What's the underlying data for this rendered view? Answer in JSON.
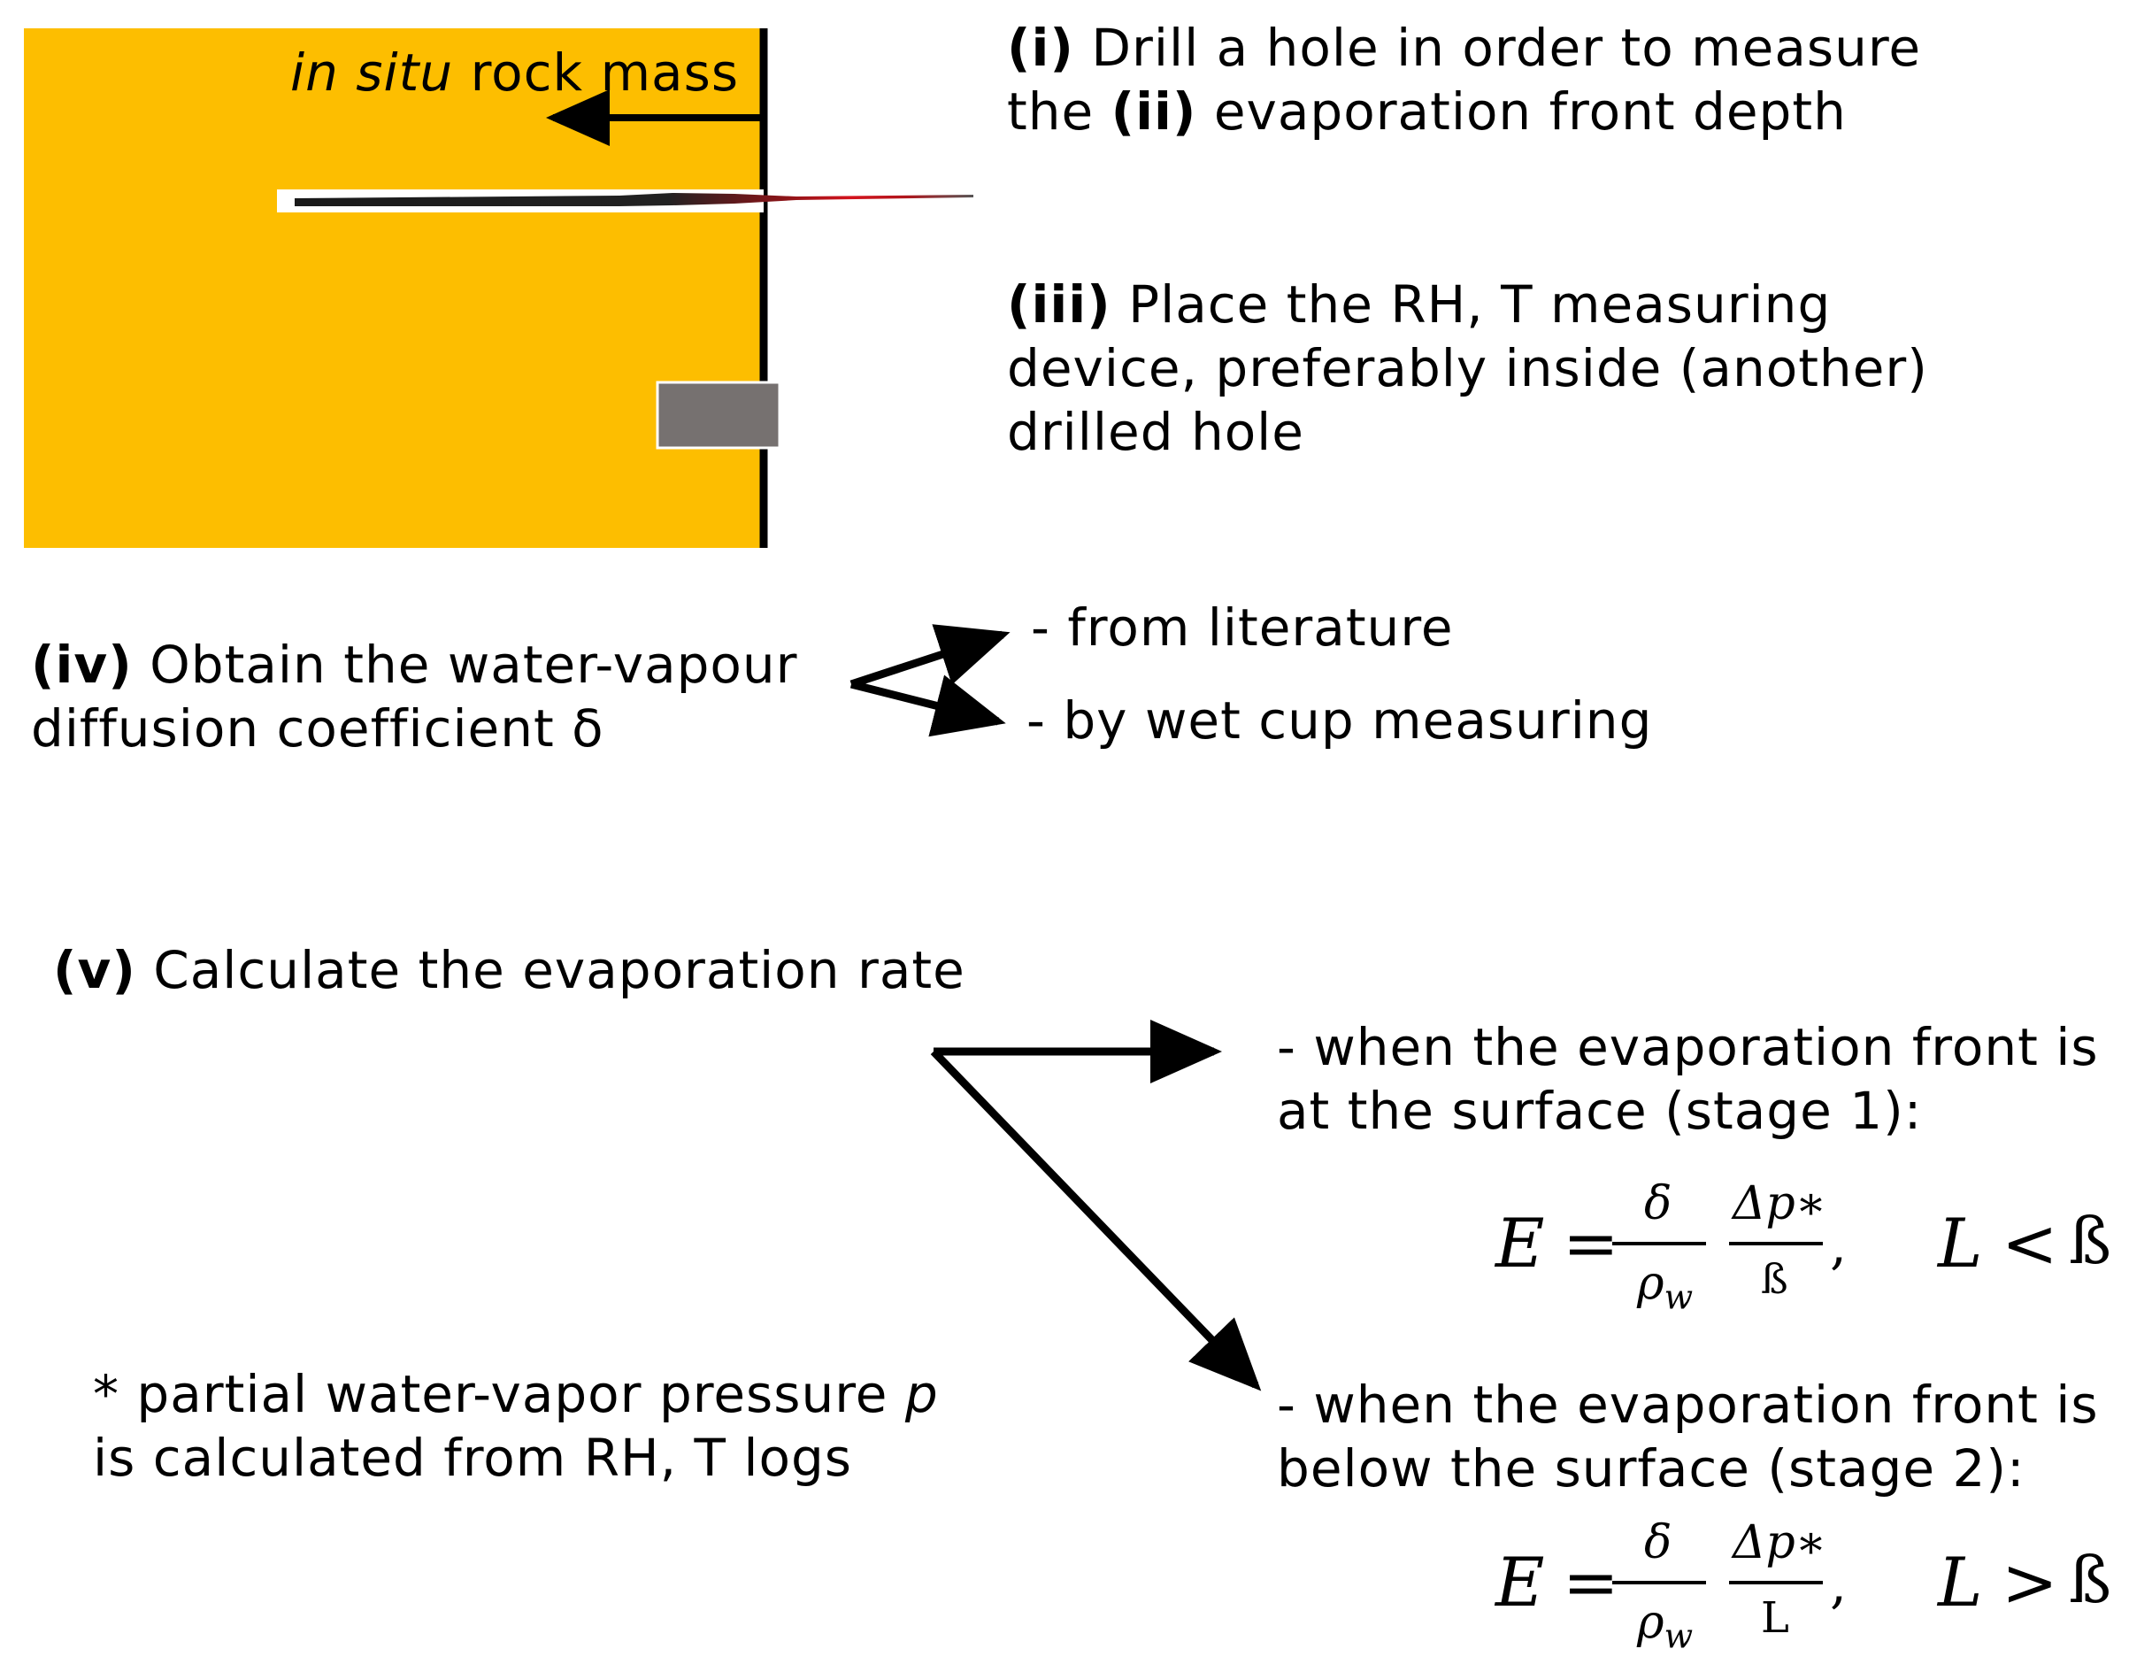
{
  "rock": {
    "label_italic": "in situ",
    "label_rest": " rock mass",
    "fill_color": "#FDBE00",
    "device_color": "#767170",
    "wet_zone_color": "#D4131D"
  },
  "steps": {
    "s1_num": "(i)",
    "s1_text_a": " Drill a hole in order to measure",
    "s1_text_b": "the ",
    "s2_num": "(ii)",
    "s2_text": " evaporation front depth",
    "s3_num": "(iii)",
    "s3_line1": " Place the RH, T measuring",
    "s3_line2": "device, preferably inside (another)",
    "s3_line3": "drilled hole",
    "s4_num": "(iv)",
    "s4_line1": " Obtain the water-vapour",
    "s4_line2": "diffusion coefficient δ",
    "s4_opt1": "- from literature",
    "s4_opt2": "- by wet cup measuring",
    "s5_num": "(v)",
    "s5_text": " Calculate the evaporation rate",
    "stage1_line1": "- when the evaporation front is",
    "stage1_line2": "at the surface (stage 1):",
    "stage2_line1": "- when the evaporation front is",
    "stage2_line2": "below the surface (stage 2):",
    "note_line1a": "* partial water-vapor pressure ",
    "note_p": "p",
    "note_line2": "is calculated from RH, T logs"
  },
  "eq1": {
    "lhs": "E",
    "eq": "=",
    "num1": "δ",
    "den1": "ρ",
    "den1_sub": "w",
    "num2": "Δp∗",
    "den2": "ß",
    "comma": ",",
    "cond_var": "L",
    "cond_op": "<",
    "cond_val": "ß"
  },
  "eq2": {
    "lhs": "E",
    "eq": "=",
    "num1": "δ",
    "den1": "ρ",
    "den1_sub": "w",
    "num2": "Δp∗",
    "den2": "L",
    "comma": ",",
    "cond_var": "L",
    "cond_op": ">",
    "cond_val": "ß"
  }
}
